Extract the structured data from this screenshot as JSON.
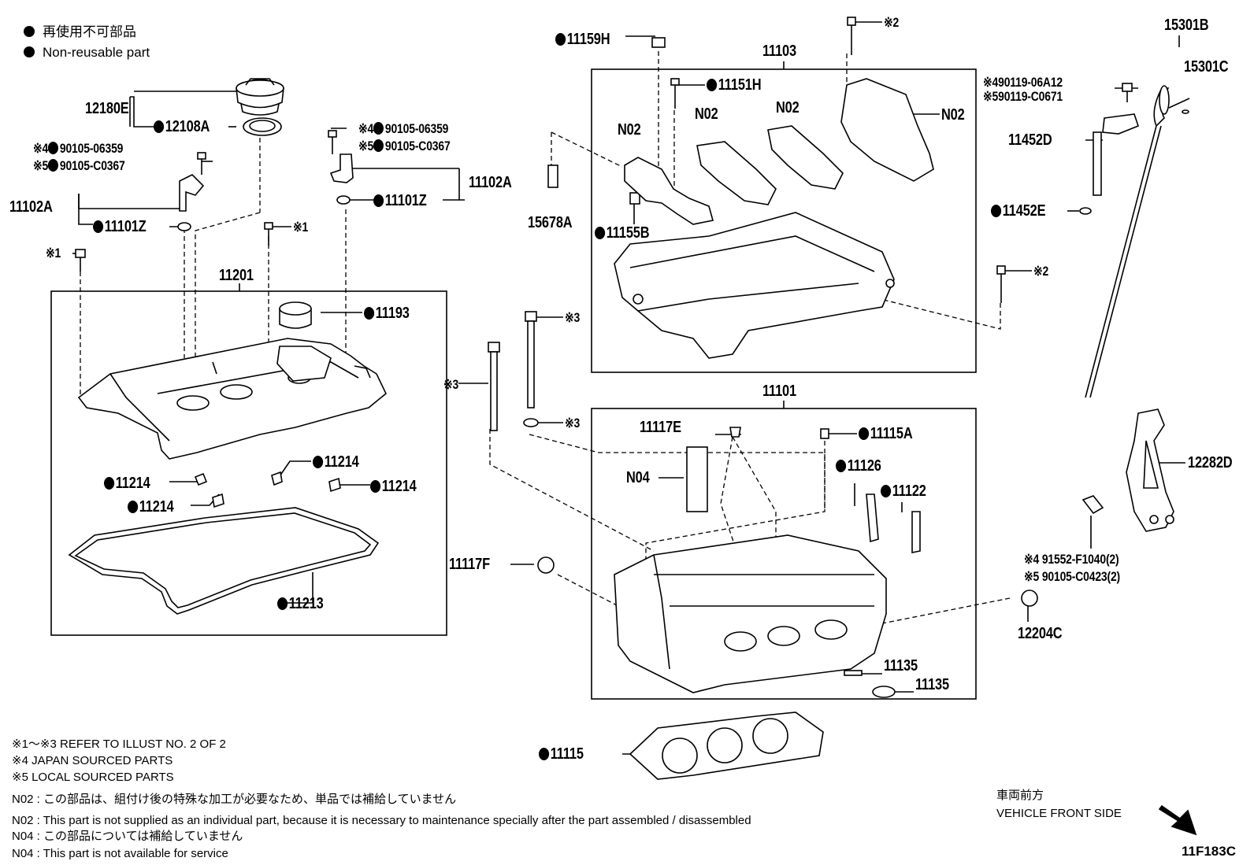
{
  "legend": {
    "jp": "再使用不可部品",
    "en": "Non-reusable part"
  },
  "labels": {
    "p12180E": "12180E",
    "p12108A": "12108A",
    "p11102A_left": "11102A",
    "p11101Z_left": "11101Z",
    "note4_left": "※4",
    "p90105_06359_left": "90105-06359",
    "note5_left": "※5",
    "p90105_C0367_left": "90105-C0367",
    "note4_mid": "※4",
    "p90105_06359_mid": "90105-06359",
    "note5_mid": "※5",
    "p90105_C0367_mid": "90105-C0367",
    "p11102A_mid": "11102A",
    "p11101Z_mid": "11101Z",
    "ref1_a": "※1",
    "ref1_b": "※1",
    "p11201": "11201",
    "p11193": "11193",
    "p11214_a": "11214",
    "p11214_b": "11214",
    "p11214_c": "11214",
    "p11214_d": "11214",
    "p11213": "11213",
    "p11159H": "11159H",
    "p11151H": "11151H",
    "p11103": "11103",
    "n02_a": "N02",
    "n02_b": "N02",
    "n02_c": "N02",
    "n02_d": "N02",
    "p15678A": "15678A",
    "p11155B": "11155B",
    "ref2_top": "※2",
    "ref2_right": "※2",
    "ref3_a": "※3",
    "ref3_b": "※3",
    "ref3_c": "※3",
    "p11101": "11101",
    "p11117E": "11117E",
    "p11115A": "11115A",
    "n04": "N04",
    "p11126": "11126",
    "p11122": "11122",
    "p11117F": "11117F",
    "p11135_a": "11135",
    "p11135_b": "11135",
    "p11115": "11115",
    "p15301B": "15301B",
    "p15301C": "15301C",
    "p490119": "※490119-06A12",
    "p590119": "※590119-C0671",
    "p11452D": "11452D",
    "p11452E": "11452E",
    "p12282D": "12282D",
    "p91552": "※4 91552-F1040(2)",
    "p90105_C0423": "※5 90105-C0423(2)",
    "p12204C": "12204C"
  },
  "notes": {
    "n1": "※1～※3  REFER TO ILLUST NO. 2 OF 2",
    "n4": "※4 JAPAN SOURCED PARTS",
    "n5": "※5 LOCAL SOURCED PARTS",
    "n02_jp": "N02 : この部品は、組付け後の特殊な加工が必要なため、単品では補給していません",
    "n02_en": "N02 : This part is not supplied as an individual part, because it is necessary to maintenance specially after the part assembled / disassembled",
    "n04_jp": "N04 : この部品については補給していません",
    "n04_en": "N04 : This part is not available for service"
  },
  "front": {
    "jp": "車両前方",
    "en": "VEHICLE FRONT SIDE"
  },
  "illust_code": "11F183C"
}
